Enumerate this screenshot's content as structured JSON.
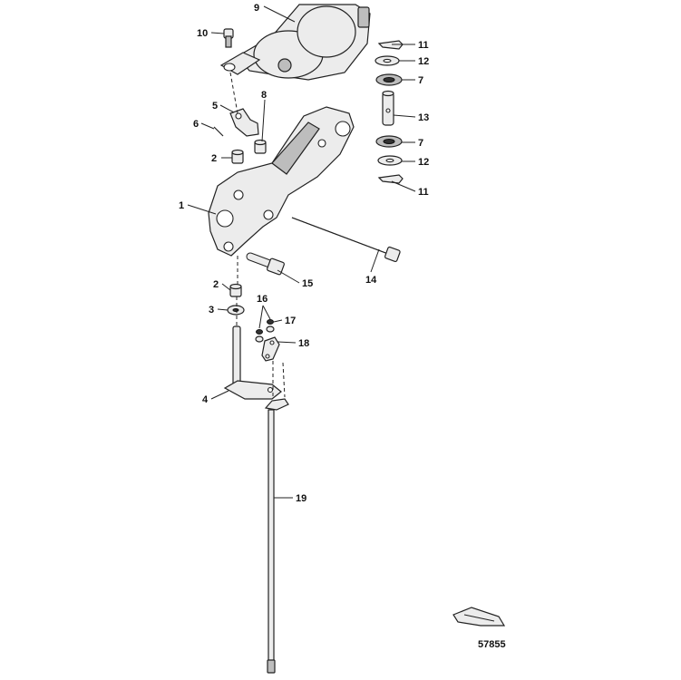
{
  "diagram": {
    "reference_id": "57855",
    "callouts": {
      "c1": "1",
      "c2a": "2",
      "c2b": "2",
      "c3": "3",
      "c4": "4",
      "c5": "5",
      "c6": "6",
      "c7a": "7",
      "c7b": "7",
      "c8": "8",
      "c9": "9",
      "c10": "10",
      "c11a": "11",
      "c11b": "11",
      "c12a": "12",
      "c12b": "12",
      "c13": "13",
      "c14": "14",
      "c15": "15",
      "c16": "16",
      "c17": "17",
      "c18": "18",
      "c19": "19"
    }
  }
}
